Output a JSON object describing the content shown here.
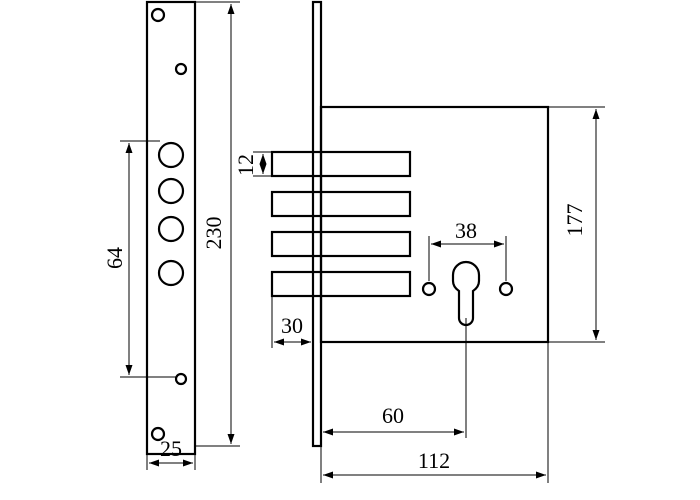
{
  "drawing": {
    "subject": "mortise lock technical drawing",
    "dimensions": {
      "faceplate_height": "230",
      "faceplate_width": "25",
      "hole_spacing": "64",
      "bolt_height": "12",
      "bolt_throw": "30",
      "case_height": "177",
      "cylinder_hole_spacing": "38",
      "backset": "60",
      "case_depth": "112"
    },
    "colors": {
      "line": "#000000",
      "background": "#ffffff"
    }
  }
}
